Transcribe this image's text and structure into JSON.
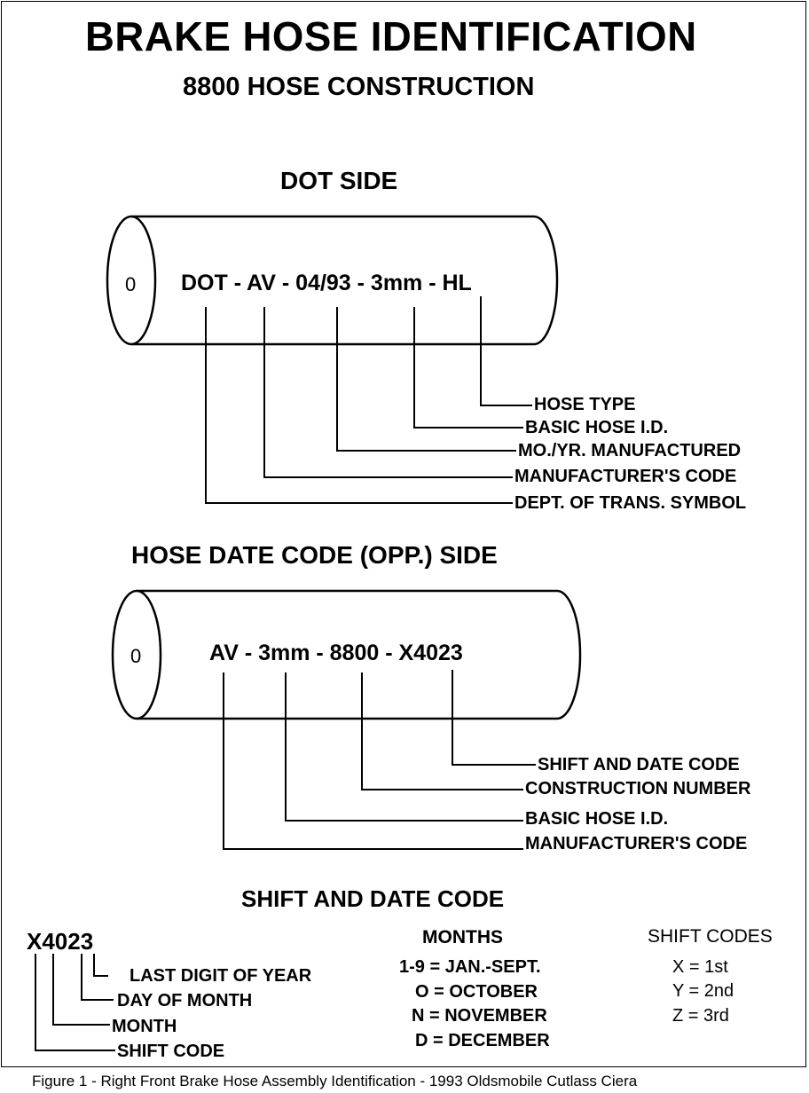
{
  "title": "BRAKE HOSE IDENTIFICATION",
  "subtitle": "8800 HOSE CONSTRUCTION",
  "dot_side": {
    "heading": "DOT SIDE",
    "end_mark": "0",
    "code": "DOT - AV - 04/93 - 3mm - HL",
    "labels": {
      "hose_type": "HOSE TYPE",
      "basic_id": "BASIC HOSE I.D.",
      "mo_yr": "MO./YR. MANUFACTURED",
      "mfr_code": "MANUFACTURER'S CODE",
      "dept_trans": "DEPT. OF TRANS. SYMBOL"
    }
  },
  "date_side": {
    "heading": "HOSE DATE CODE (OPP.) SIDE",
    "end_mark": "0",
    "code": "AV - 3mm - 8800 - X4023",
    "labels": {
      "shift_date": "SHIFT AND DATE CODE",
      "construction": "CONSTRUCTION NUMBER",
      "basic_id": "BASIC HOSE I.D.",
      "mfr_code": "MANUFACTURER'S CODE"
    }
  },
  "shift_date_code": {
    "heading": "SHIFT AND DATE CODE",
    "example": "X4023",
    "labels": {
      "last_digit": "LAST DIGIT OF YEAR",
      "day": "DAY OF MONTH",
      "month": "MONTH",
      "shift": "SHIFT CODE"
    },
    "months_heading": "MONTHS",
    "months": [
      "1-9 = JAN.-SEPT.",
      "O = OCTOBER",
      "N = NOVEMBER",
      "D = DECEMBER"
    ],
    "shift_heading": "SHIFT CODES",
    "shifts": [
      "X = 1st",
      "Y = 2nd",
      "Z = 3rd"
    ]
  },
  "caption": "Figure 1 - Right Front Brake Hose Assembly Identification - 1993 Oldsmobile Cutlass Ciera"
}
